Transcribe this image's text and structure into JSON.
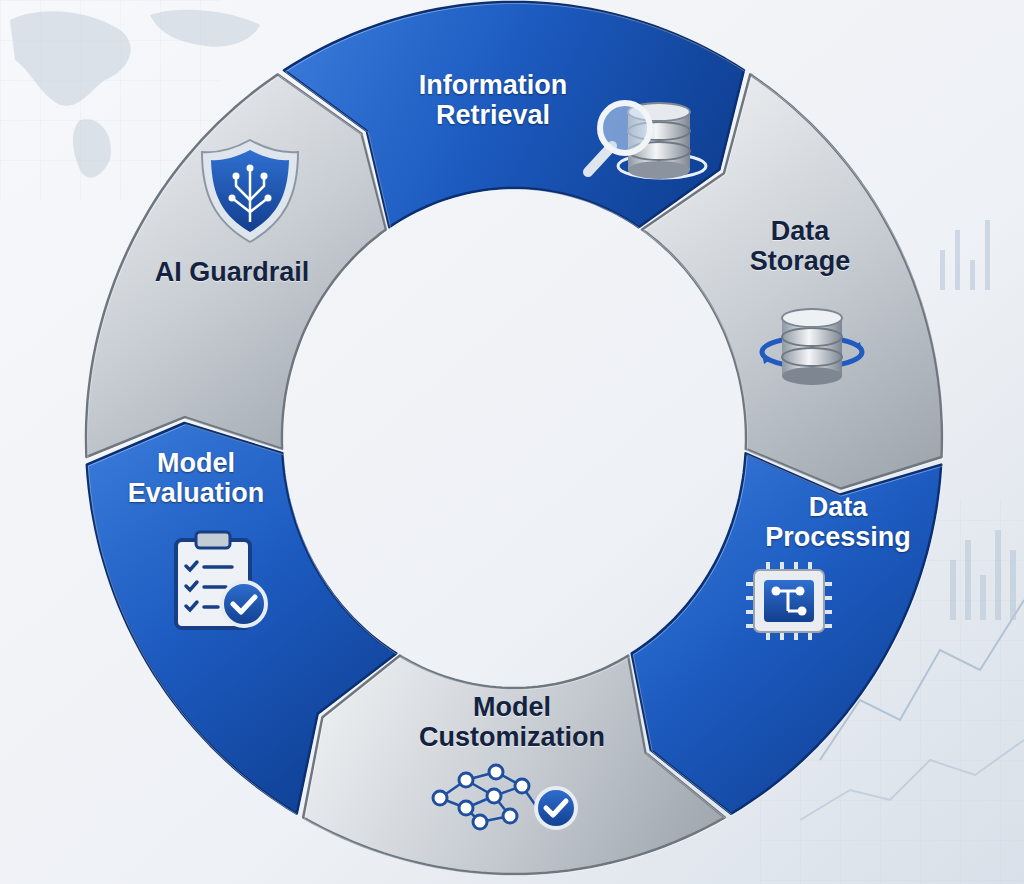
{
  "diagram": {
    "nodes": [
      {
        "text": [
          "Information Retrieval"
        ]
      },
      {
        "text": [
          "Data Storage"
        ]
      },
      {
        "text": [
          "Data Processing"
        ]
      },
      {
        "text": [
          "Model Customization"
        ]
      },
      {
        "text": [
          "Model Evaluation"
        ]
      },
      {
        "text": [
          "AI Guardrail"
        ]
      }
    ]
  }
}
